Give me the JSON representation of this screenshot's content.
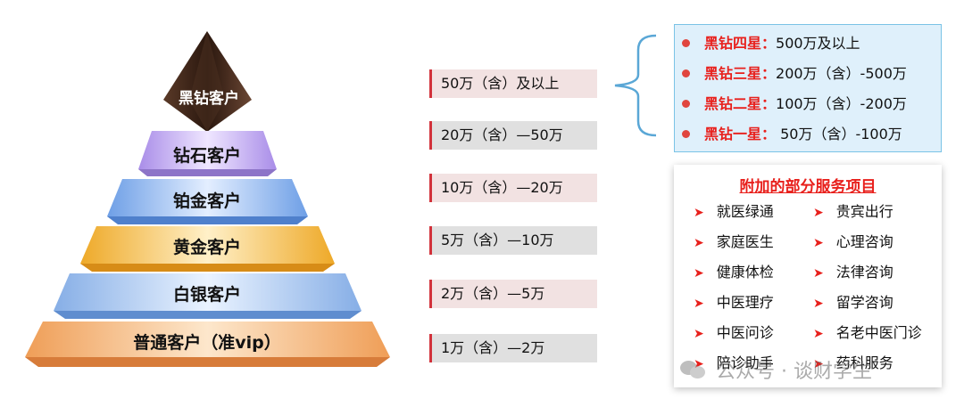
{
  "tiers": [
    {
      "label": "黑钻客户"
    },
    {
      "label": "钻石客户"
    },
    {
      "label": "铂金客户"
    },
    {
      "label": "黄金客户"
    },
    {
      "label": "白银客户"
    },
    {
      "label": "普通客户（准vip）"
    }
  ],
  "ranges": [
    "50万（含）及以上",
    "20万（含）—50万",
    "10万（含）—20万",
    "5万（含）—10万",
    "2万（含）—5万",
    "1万（含）—2万"
  ],
  "stars": [
    {
      "name": "黑钻四星：",
      "range": "500万及以上"
    },
    {
      "name": "黑钻三星：",
      "range": "200万（含）-500万"
    },
    {
      "name": "黑钻二星：",
      "range": "100万（含）-200万"
    },
    {
      "name": "黑钻一星：",
      "range": " 50万（含）-100万"
    }
  ],
  "services": {
    "title": "附加的部分服务项目",
    "left": [
      "就医绿通",
      "家庭医生",
      "健康体检",
      "中医理疗",
      "中医问诊",
      "陪诊助手"
    ],
    "right": [
      "贵宾出行",
      "心理咨询",
      "法律咨询",
      "留学咨询",
      "名老中医门诊",
      "药科服务"
    ]
  },
  "watermark": "公众号 · 谈财学生",
  "colors": {
    "accent_red": "#e8201c",
    "range_border": "#d2323b",
    "range_pink": "#f2e2e2",
    "range_gray": "#e0e0e0",
    "star_box_bg": "#dff0fb",
    "star_box_border": "#7ac3e6",
    "tier_black": "#3b2418",
    "tier_diamond": "#b9a3ee",
    "tier_platinum": "#8fb8f0",
    "tier_gold": "#f6c24f",
    "tier_silver": "#a9c9ef",
    "tier_normal": "#f6c48c"
  }
}
